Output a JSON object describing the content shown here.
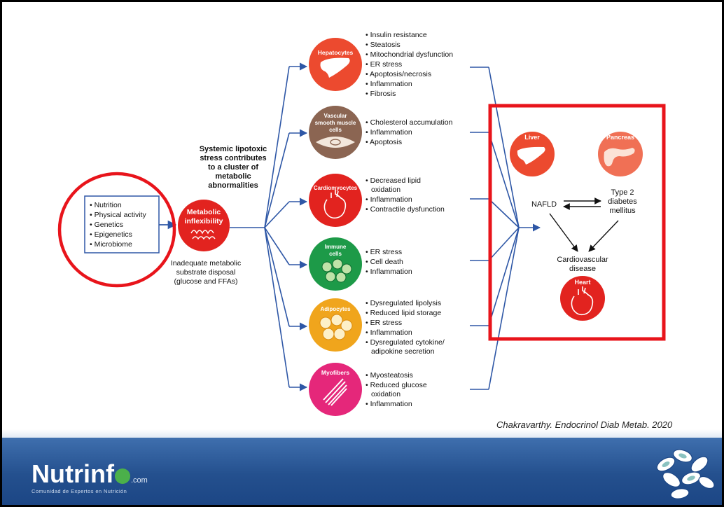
{
  "inputs_box": {
    "items": [
      "Nutrition",
      "Physical activity",
      "Genetics",
      "Epigenetics",
      "Microbiome"
    ]
  },
  "metabolic": {
    "title_line1": "Metabolic",
    "title_line2": "inflexibility",
    "caption_line1": "Inadequate metabolic",
    "caption_line2": "substrate disposal",
    "caption_line3": "(glucose and FFAs)"
  },
  "systemic": {
    "line1": "Systemic lipotoxic",
    "line2": "stress contributes",
    "line3": "to a cluster of",
    "line4": "metabolic",
    "line5": "abnormalities"
  },
  "cells": [
    {
      "name_line1": "Hepatocytes",
      "name_line2": "",
      "name_line3": "",
      "color": "#ec4a2f",
      "effects": [
        "Insulin resistance",
        "Steatosis",
        "Mitochondrial dysfunction",
        "ER stress",
        "Apoptosis/necrosis",
        "Inflammation",
        "Fibrosis"
      ]
    },
    {
      "name_line1": "Vascular",
      "name_line2": "smooth muscle",
      "name_line3": "cells",
      "color": "#8b6552",
      "effects": [
        "Cholesterol accumulation",
        "Inflammation",
        "Apoptosis"
      ]
    },
    {
      "name_line1": "Cardiomyocytes",
      "name_line2": "",
      "name_line3": "",
      "color": "#e2231f",
      "effects": [
        "Decreased lipid",
        "oxidation",
        "Inflammation",
        "Contractile dysfunction"
      ]
    },
    {
      "name_line1": "Immune",
      "name_line2": "cells",
      "name_line3": "",
      "color": "#1d9a48",
      "effects": [
        "ER stress",
        "Cell death",
        "Inflammation"
      ]
    },
    {
      "name_line1": "Adipocytes",
      "name_line2": "",
      "name_line3": "",
      "color": "#f0a51c",
      "effects": [
        "Dysregulated lipolysis",
        "Reduced lipid storage",
        "ER stress",
        "Inflammation",
        "Dysregulated cytokine/",
        "adipokine secretion"
      ]
    },
    {
      "name_line1": "Myofibers",
      "name_line2": "",
      "name_line3": "",
      "color": "#e5277a",
      "effects": [
        "Myosteatosis",
        "Reduced glucose",
        "oxidation",
        "Inflammation"
      ]
    }
  ],
  "outcomes": {
    "liver_label": "Liver",
    "pancreas_label": "Pancreas",
    "heart_label": "Heart",
    "nafld": "NAFLD",
    "t2d_line1": "Type 2",
    "t2d_line2": "diabetes",
    "t2d_line3": "mellitus",
    "cvd_line1": "Cardiovascular",
    "cvd_line2": "disease"
  },
  "citation": "Chakravarthy. Endocrinol Diab Metab. 2020",
  "footer": {
    "brand": "Nutrinf",
    "brand_suffix": ".com",
    "tagline": "Comunidad de Expertos en Nutrición"
  },
  "colors": {
    "arrow_blue": "#2e57a6",
    "highlight_red": "#e8141b",
    "footer_blue": "#24508e"
  }
}
